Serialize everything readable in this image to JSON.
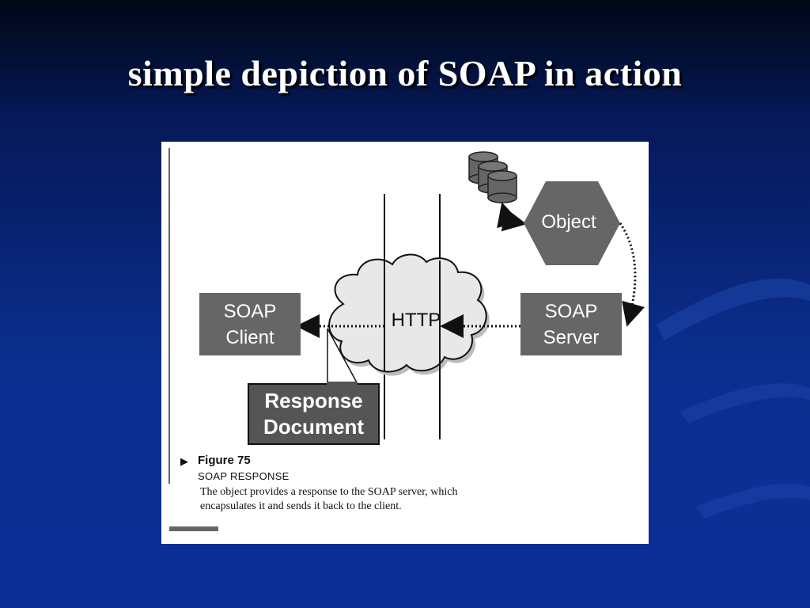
{
  "slide": {
    "title": "simple depiction of SOAP in action"
  },
  "diagram": {
    "soap_client": "SOAP Client",
    "soap_server": "SOAP Server",
    "object": "Object",
    "http": "HTTP",
    "response_document": "Response Document"
  },
  "figure": {
    "number": "Figure 75",
    "subtitle": "SOAP RESPONSE",
    "caption": "The object provides a response to the SOAP server, which encapsulates it and sends it back to the client."
  },
  "icons": {
    "figure_marker": "triangle-right-icon",
    "database": "database-stack-icon"
  },
  "colors": {
    "box_fill": "#666666",
    "cloud_fill": "#e8e8e8",
    "background_dark": "#000814",
    "background_blue": "#0b2f8f"
  }
}
